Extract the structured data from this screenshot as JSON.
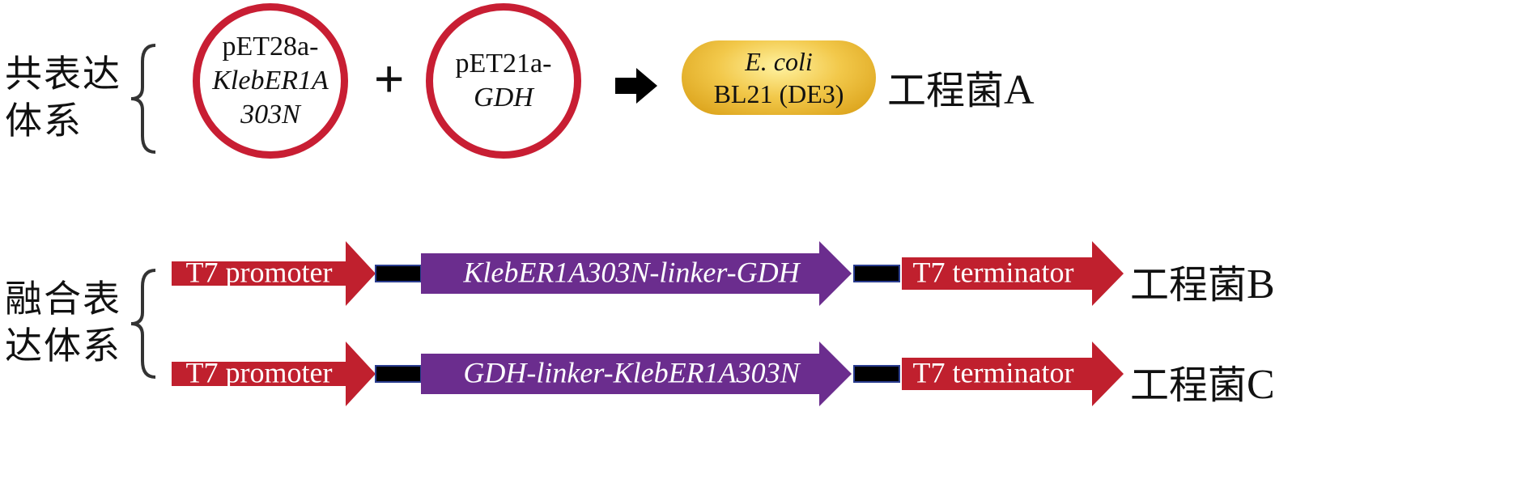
{
  "coexpression": {
    "label_line1": "共表达",
    "label_line2": "体系",
    "plasmid1": {
      "line1": "pET28a-",
      "line2": "KlebER1A",
      "line3": "303N"
    },
    "plus": "+",
    "plasmid2": {
      "line1": "pET21a-",
      "line2": "GDH"
    },
    "host": {
      "line1": "E. coli",
      "line2": "BL21 (DE3)"
    },
    "strain": {
      "prefix": "工程菌",
      "letter": "A"
    }
  },
  "fusion": {
    "label_line1": "融合表",
    "label_line2": "达体系",
    "rows": [
      {
        "promoter": "T7 promoter",
        "gene": "KlebER1A303N-linker-GDH",
        "terminator": "T7 terminator",
        "strain_prefix": "工程菌",
        "strain_letter": "B"
      },
      {
        "promoter": "T7 promoter",
        "gene": "GDH-linker-KlebER1A303N",
        "terminator": "T7 terminator",
        "strain_prefix": "工程菌",
        "strain_letter": "C"
      }
    ]
  },
  "colors": {
    "plasmid_ring": "#c81e33",
    "promoter_arrow": "#c0202e",
    "gene_arrow": "#6b2d8e",
    "spacer": "#000000",
    "spacer_border": "#2a3d8f"
  }
}
